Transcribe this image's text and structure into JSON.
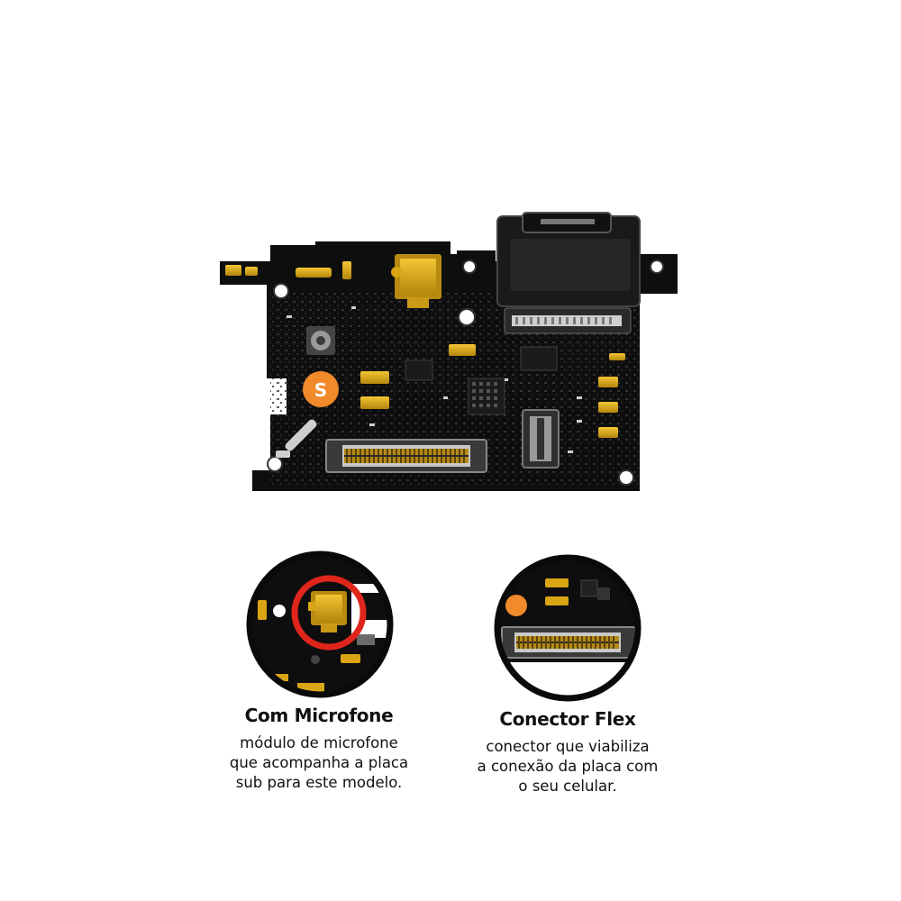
{
  "board": {
    "logo_letter": "S"
  },
  "features": [
    {
      "title": "Com Microfone",
      "lines": [
        "módulo de microfone",
        "que acompanha a placa",
        "sub para este modelo."
      ]
    },
    {
      "title": "Conector Flex",
      "lines": [
        "conector que viabiliza",
        "a conexão da placa com",
        "o seu celular."
      ]
    }
  ],
  "colors": {
    "pcb": "#0d0d0d",
    "gold": "#d9a514",
    "highlight_ring": "#e0261c"
  }
}
